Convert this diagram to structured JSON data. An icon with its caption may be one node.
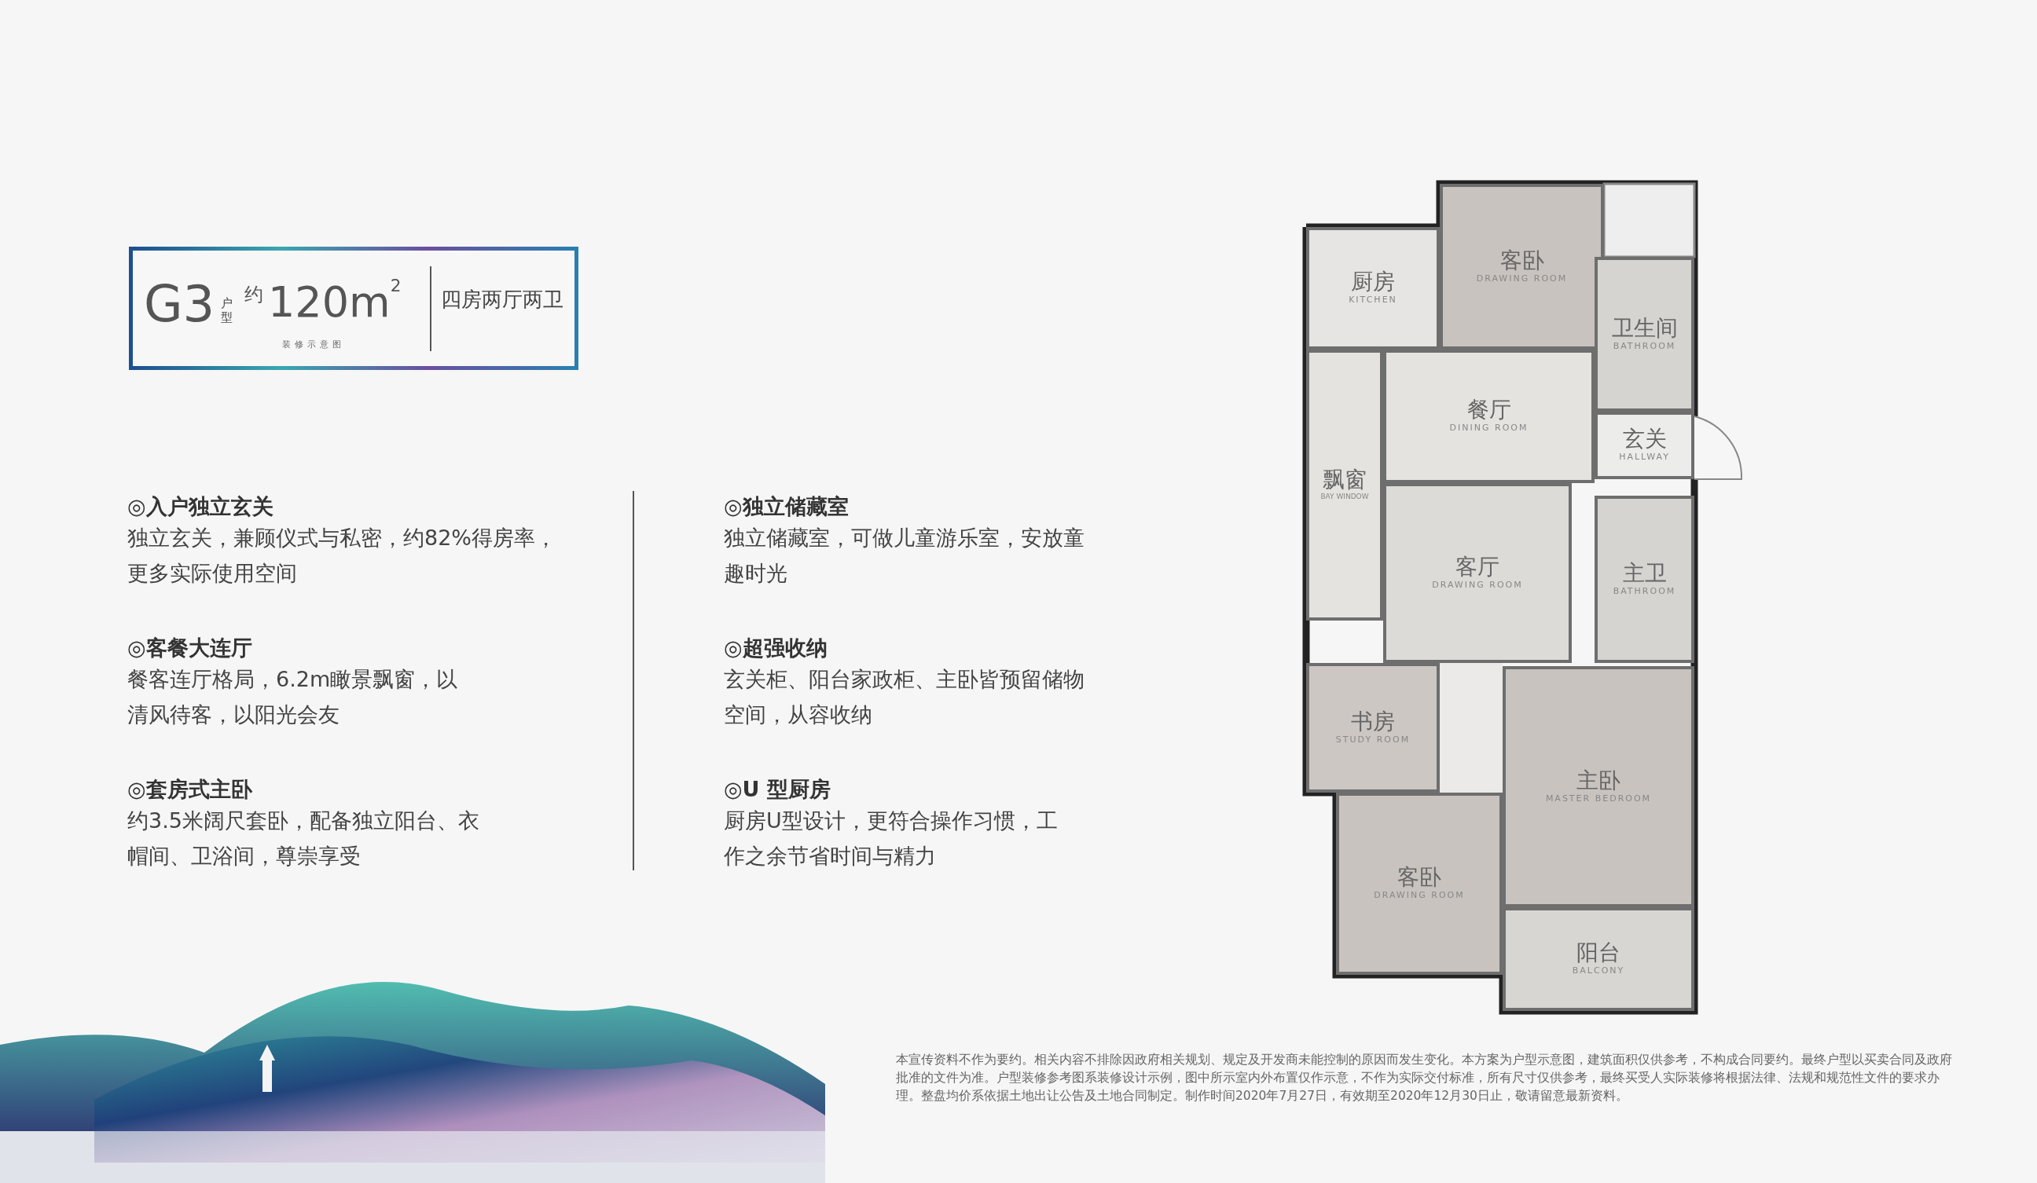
{
  "diagram": {
    "nodes": [
      {
        "text": [
          "G3",
          "户型",
          "约",
          "120m$^{2}$",
          "装修示意图",
          "四房两厅两卫"
        ]
      },
      {
        "text": [
          "厨房",
          "KITCHEN"
        ]
      },
      {
        "text": [
          "客卧",
          "DRAWING ROOM"
        ]
      },
      {
        "text": [
          "卫生间",
          "BATHROOM"
        ]
      },
      {
        "text": [
          "餐厅",
          "DINING ROOM"
        ]
      },
      {
        "text": [
          "玄关",
          "HALLWAY"
        ]
      },
      {
        "text": [
          "飘窗",
          "BAY WINDOW"
        ]
      },
      {
        "text": [
          "客厅",
          "DRAWING ROOM"
        ]
      },
      {
        "text": [
          "主卫",
          "BATHROOM"
        ]
      },
      {
        "text": [
          "书房",
          "STUDY ROOM"
        ]
      },
      {
        "text": [
          "主卧",
          "MASTER BEDROOM"
        ]
      },
      {
        "text": [
          "客卧",
          "DRAWING ROOM"
        ]
      },
      {
        "text": [
          "阳台",
          "BALCONY"
        ]
      }
    ],
    "labels": [
      "◎入户独立玄关",
      "独立玄关，兼顾仪式与私密，约82%得房率，更多实际使用空间",
      "◎独立储藏室",
      "独立储藏室，可做儿童游乐室，安放童趣时光",
      "◎客餐大连厅",
      "餐客连厅格局，6.2m瞰景飘窗，以清风待客，以阳光会友",
      "◎超强收纳",
      "玄关柜、阳台家政柜、主卧皆预留储物空间，从容收纳",
      "◎套房式主卧",
      "约3.5米阔尺套卧，配备独立阳台、衣帽间、卫浴间，尊崇享受",
      "◎U 型厨房",
      "厨房U型设计，更符合操作习惯，工作之余节省时间与精力",
      "本宣传资料不作为要约。相关内容不排除因政府相关规划、规定及开发商未能控制的原因而发生变化。本方案为户型示意图，建筑面积仅供参考，不构成合同要约。最终户型以买卖合同及政府批准的文件为准。户型装修参考图系装修设计示例，图中所示室内外布置仅作示意，不作为实际交付标准，所有尺寸仅供参考，最终买受人实际装修将根据法律、法规和规范性文件的要求办理。整盘均价系依据土地出让公告及土地合同制定。制作时间2020年7月27日，有效期至2020年12月30日止，敬请留意最新资料。"
    ]
  }
}
